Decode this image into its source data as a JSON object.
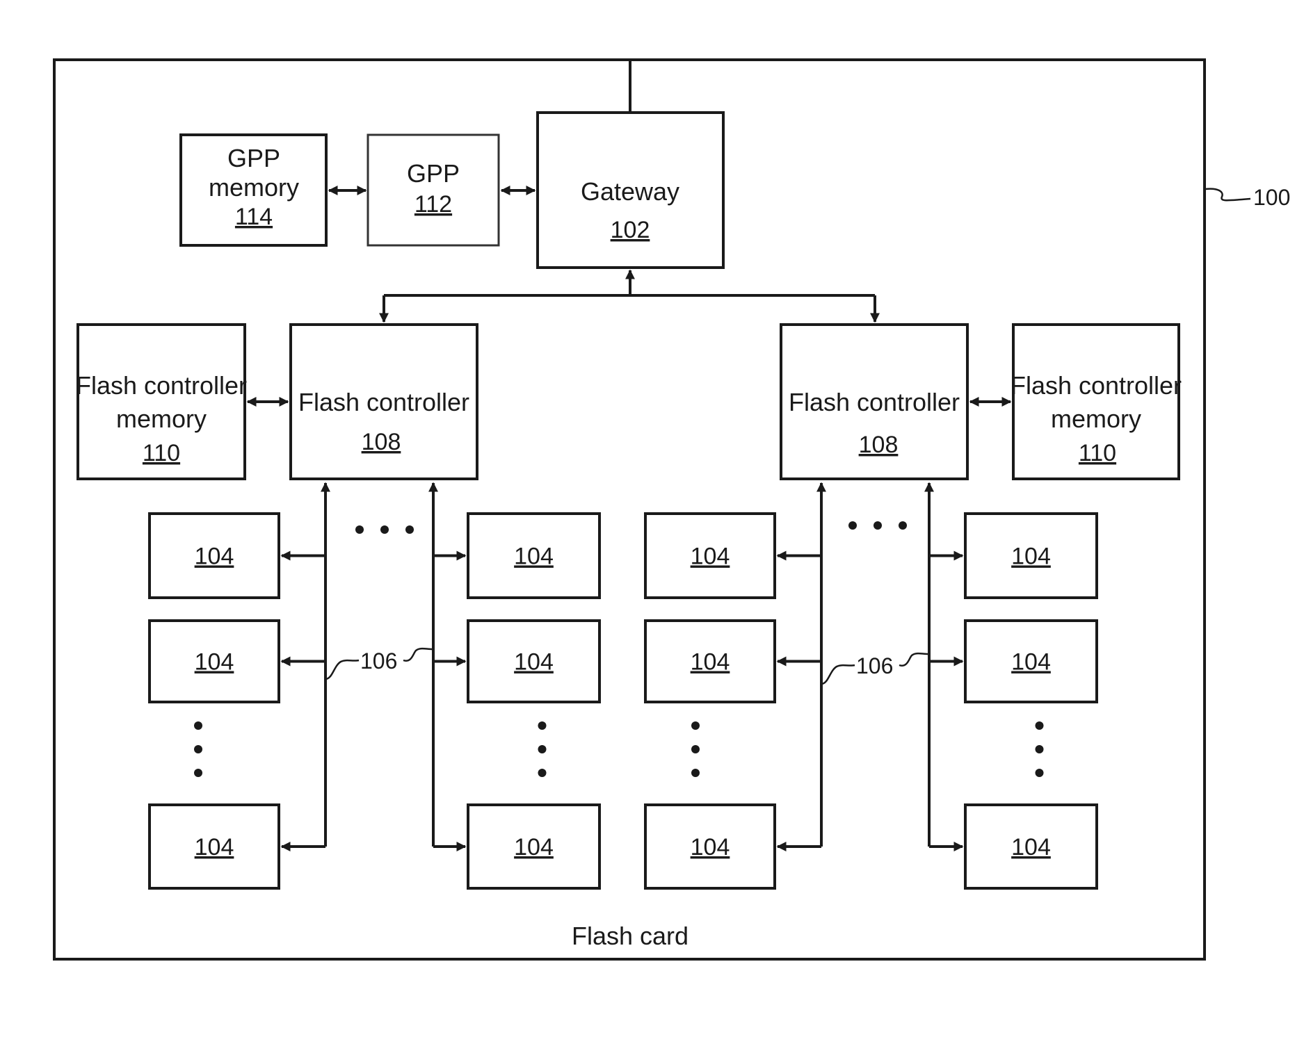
{
  "figure": {
    "reference_label": "100",
    "card_label": "Flash card",
    "gateway": {
      "name": "Gateway",
      "ref": "102"
    },
    "gpp": {
      "name": "GPP",
      "ref": "112"
    },
    "gpp_memory": {
      "line1": "GPP",
      "line2": "memory",
      "ref": "114"
    },
    "left_controller": {
      "name": "Flash controller",
      "ref": "108"
    },
    "right_controller": {
      "name": "Flash controller",
      "ref": "108"
    },
    "left_controller_memory": {
      "line1": "Flash controller",
      "line2": "memory",
      "ref": "110"
    },
    "right_controller_memory": {
      "line1": "Flash controller",
      "line2": "memory",
      "ref": "110"
    },
    "flash_module_ref": "104",
    "channel_ref": "106"
  }
}
